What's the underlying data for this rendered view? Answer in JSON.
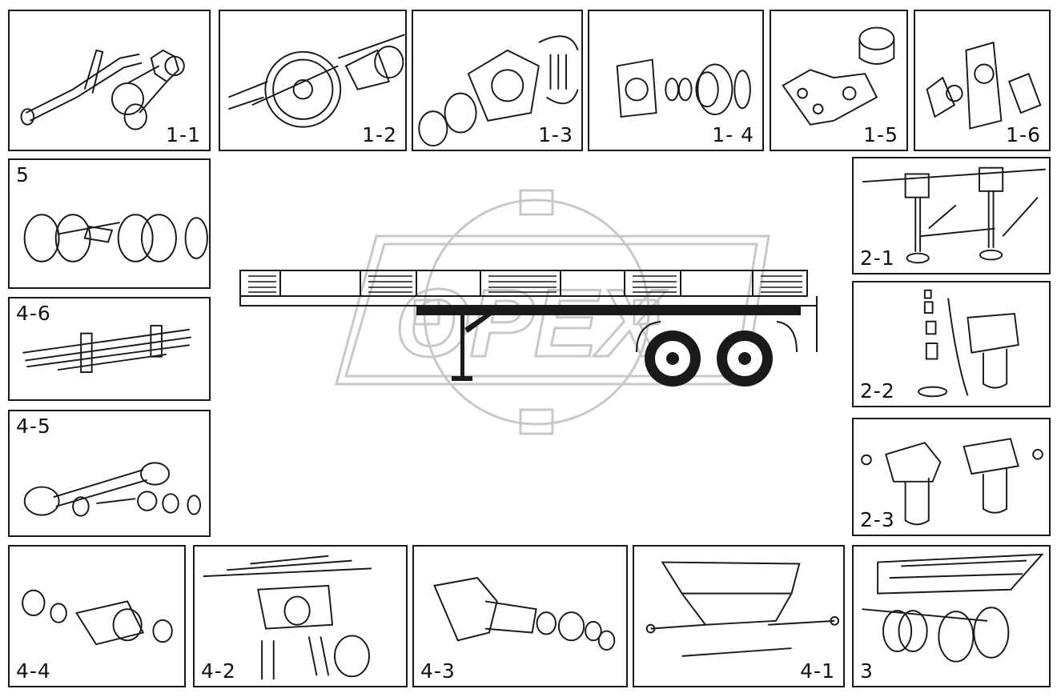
{
  "panels": [
    {
      "id": "p-1-1",
      "label": "1-1"
    },
    {
      "id": "p-1-2",
      "label": "1-2"
    },
    {
      "id": "p-1-3",
      "label": "1-3"
    },
    {
      "id": "p-1-4",
      "label": "1- 4"
    },
    {
      "id": "p-1-5",
      "label": "1-5"
    },
    {
      "id": "p-1-6",
      "label": "1-6"
    },
    {
      "id": "p-5",
      "label": "5"
    },
    {
      "id": "p-4-6",
      "label": "4-6"
    },
    {
      "id": "p-4-5",
      "label": "4-5"
    },
    {
      "id": "p-2-1",
      "label": "2-1"
    },
    {
      "id": "p-2-2",
      "label": "2-2"
    },
    {
      "id": "p-2-3",
      "label": "2-3"
    },
    {
      "id": "p-4-4",
      "label": "4-4"
    },
    {
      "id": "p-4-2",
      "label": "4-2"
    },
    {
      "id": "p-4-3",
      "label": "4-3"
    },
    {
      "id": "p-4-1",
      "label": "4-1"
    },
    {
      "id": "p-3",
      "label": "3"
    }
  ],
  "watermark": {
    "text": "OPEX"
  },
  "colors": {
    "line": "#1a1a1a",
    "watermark": "#c8c8c8"
  }
}
